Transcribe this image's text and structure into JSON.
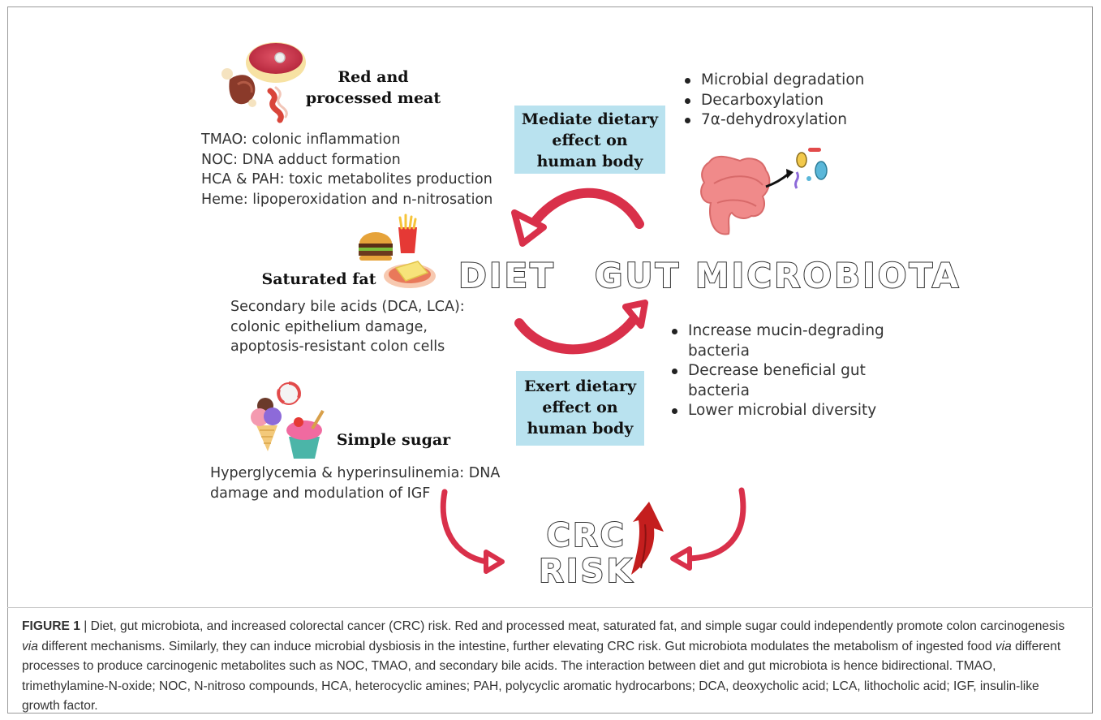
{
  "red_meat": {
    "title_line1": "Red and",
    "title_line2": "processed meat",
    "effects": [
      "TMAO: colonic inflammation",
      "NOC: DNA adduct formation",
      "HCA & PAH: toxic metabolites production",
      "Heme: lipoperoxidation and n-nitrosation"
    ]
  },
  "saturated_fat": {
    "title": "Saturated fat",
    "effects": [
      "Secondary bile acids (DCA, LCA):",
      "colonic epithelium damage,",
      "apoptosis-resistant colon cells"
    ]
  },
  "simple_sugar": {
    "title": "Simple sugar",
    "effects": [
      "Hyperglycemia & hyperinsulinemia: DNA",
      "damage and modulation of IGF"
    ]
  },
  "mediate_box": {
    "line1": "Mediate dietary",
    "line2": "effect on",
    "line3": "human body"
  },
  "exert_box": {
    "line1": "Exert dietary",
    "line2": "effect on",
    "line3": "human body"
  },
  "microbial_processes": [
    "Microbial degradation",
    "Decarboxylation",
    "7α-dehydroxylation"
  ],
  "dysbiosis_effects": [
    "Increase mucin-degrading",
    "bacteria",
    "Decrease beneficial gut",
    "bacteria",
    "Lower microbial diversity"
  ],
  "labels": {
    "diet": "DIET",
    "gut_microbiota": "GUT MICROBIOTA",
    "crc_line1": "CRC",
    "crc_line2": "RISK"
  },
  "caption": {
    "figure_label": "FIGURE 1",
    "separator": " | ",
    "part1": "Diet, gut microbiota, and increased colorectal cancer (CRC) risk. Red and processed meat, saturated fat, and simple sugar could independently promote colon carcinogenesis ",
    "via1": "via",
    "part2": " different mechanisms. Similarly, they can induce microbial dysbiosis in the intestine, further elevating CRC risk. Gut microbiota modulates the metabolism of ingested food ",
    "via2": "via",
    "part3": " different processes to produce carcinogenic metabolites such as NOC, TMAO, and secondary bile acids. The interaction between diet and gut microbiota is hence bidirectional. TMAO, trimethylamine-N-oxide; NOC, N-nitroso compounds, HCA, heterocyclic amines; PAH, polycyclic aromatic hydrocarbons; DCA, deoxycholic acid; LCA, lithocholic acid; IGF, insulin-like growth factor."
  },
  "colors": {
    "arrow_red": "#d9304a",
    "box_blue": "#b9e2ef",
    "crc_arrow_red": "#c41e1e"
  }
}
